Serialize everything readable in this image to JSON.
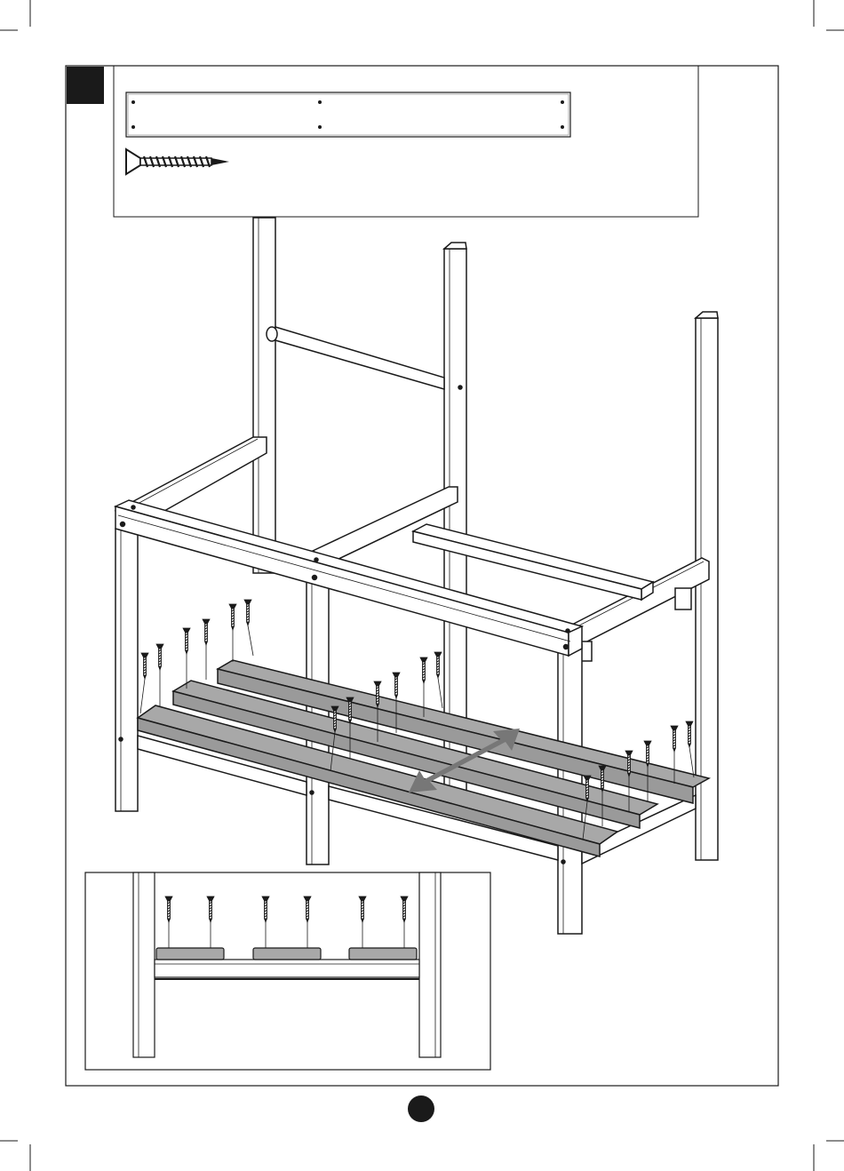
{
  "page": {
    "step_number": "",
    "page_number": ""
  },
  "parts_box": {
    "items": [
      {
        "name": "slat-board",
        "label": ""
      },
      {
        "name": "countersunk-screw",
        "label": ""
      }
    ]
  },
  "main_view": {
    "slat_count": 3,
    "screws_per_slat_end": 2,
    "slat_color": "#a8a8a8",
    "arrow_color": "#777777",
    "line_color": "#1a1a1a"
  },
  "detail_view": {
    "slat_segments": 3,
    "screws_shown": 6
  }
}
